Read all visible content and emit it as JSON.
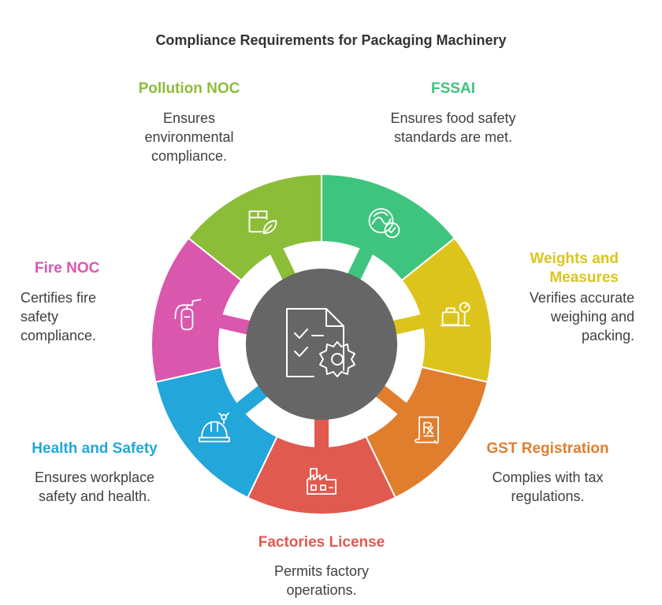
{
  "title": "Compliance Requirements for Packaging Machinery",
  "center": {
    "icon": "document-gear-icon",
    "color": "#666666"
  },
  "segments": [
    {
      "key": "fssai",
      "label": "FSSAI",
      "description": "Ensures food safety standards are met.",
      "color": "#3EC47E",
      "icon": "food-safety-check-icon"
    },
    {
      "key": "weights",
      "label": "Weights and Measures",
      "description": "Verifies accurate weighing and packing.",
      "color": "#DDC41C",
      "icon": "weighing-scale-icon"
    },
    {
      "key": "gst",
      "label": "GST Registration",
      "description": "Complies with tax regulations.",
      "color": "#E07E2E",
      "icon": "prescription-receipt-icon"
    },
    {
      "key": "factories",
      "label": "Factories License",
      "description": "Permits factory operations.",
      "color": "#E05A50",
      "icon": "factory-icon"
    },
    {
      "key": "health",
      "label": "Health and Safety",
      "description": "Ensures workplace safety and health.",
      "color": "#23A6DA",
      "icon": "hard-hat-icon"
    },
    {
      "key": "fire",
      "label": "Fire NOC",
      "description": "Certifies fire safety compliance.",
      "color": "#DA57AE",
      "icon": "fire-extinguisher-icon"
    },
    {
      "key": "pollution",
      "label": "Pollution NOC",
      "description": "Ensures environmental compliance.",
      "color": "#8CBD38",
      "icon": "eco-package-icon"
    }
  ]
}
